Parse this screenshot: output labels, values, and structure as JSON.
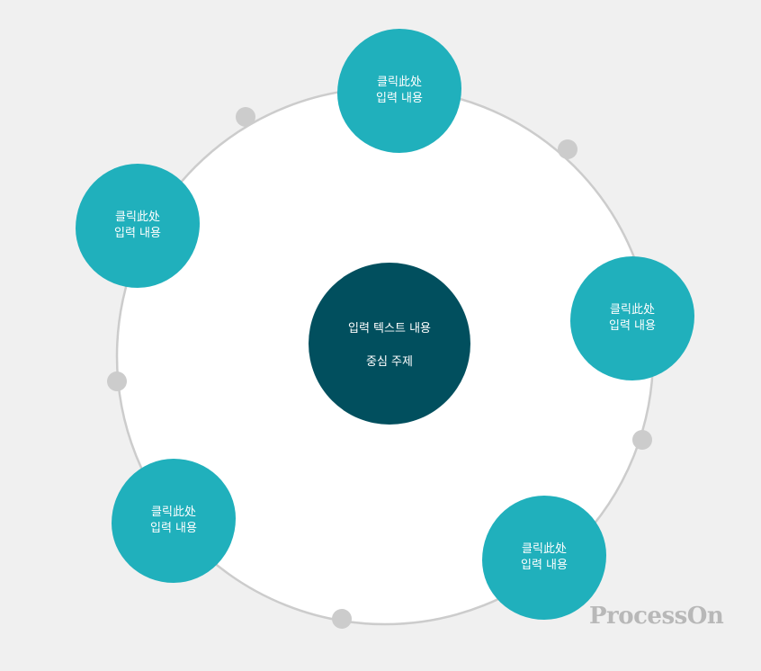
{
  "diagram": {
    "center": {
      "line1": "입력 텍스트 내용",
      "line2": "중심 주제"
    },
    "nodes": [
      {
        "line1": "클릭此处",
        "line2": "입력 내용"
      },
      {
        "line1": "클릭此处",
        "line2": "입력 내용"
      },
      {
        "line1": "클릭此处",
        "line2": "입력 내용"
      },
      {
        "line1": "클릭此处",
        "line2": "입력 내용"
      },
      {
        "line1": "클릭此处",
        "line2": "입력 내용"
      }
    ],
    "watermark": "ProcessOn"
  },
  "colors": {
    "background": "#f0f0f0",
    "ring_fill": "#ffffff",
    "ring_stroke": "#cccccc",
    "node": "#20b0bc",
    "center": "#014f5e",
    "dot": "#cccccc",
    "watermark": "#b8b8b8"
  }
}
